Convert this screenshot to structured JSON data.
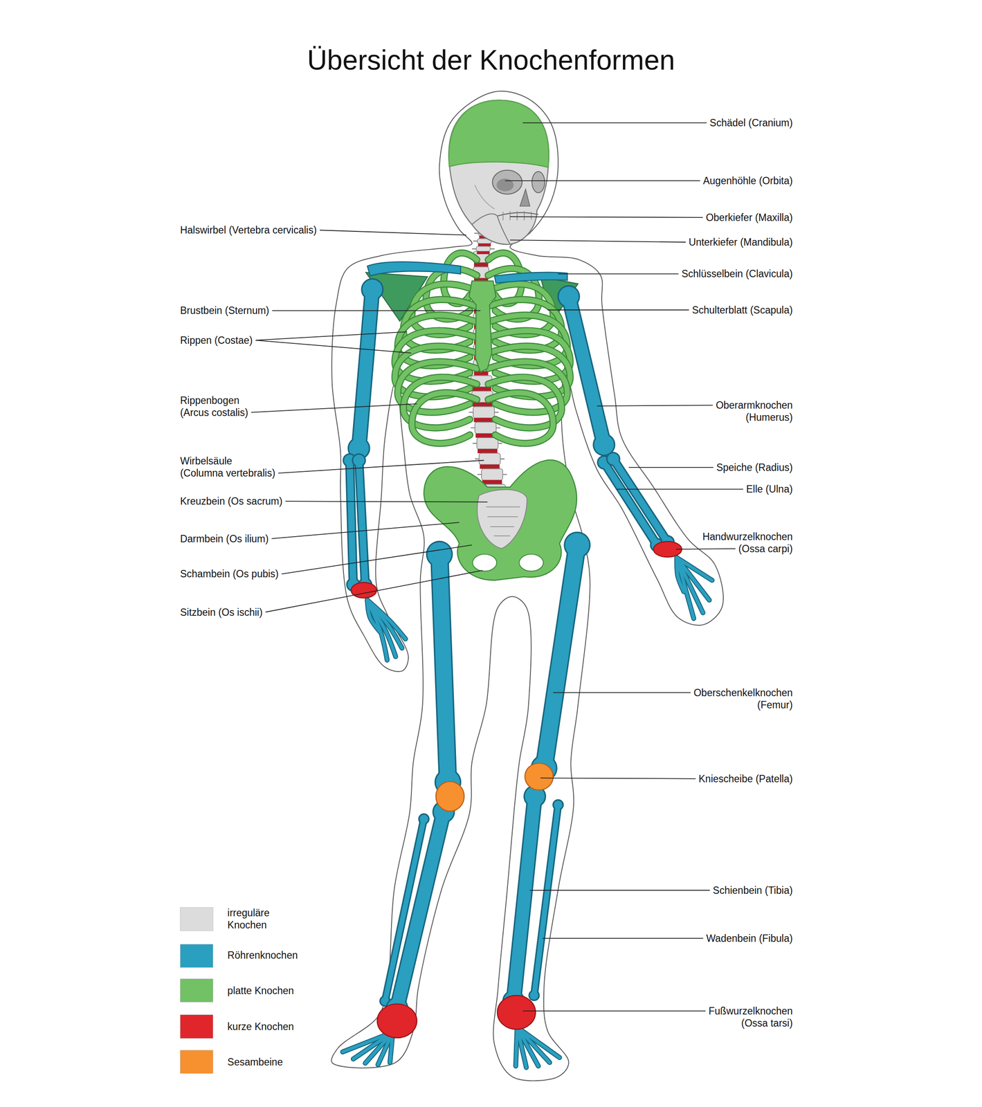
{
  "diagram": {
    "title": "Übersicht der Knochenformen",
    "labels": [
      "Halswirbel (Vertebra cervicalis)",
      "Brustbein (Sternum)",
      "Rippen (Costae)",
      "Rippenbogen (Arcus costalis)",
      "Wirbelsäule (Columna vertebralis)",
      "Kreuzbein (Os sacrum)",
      "Darmbein (Os ilium)",
      "Schambein (Os pubis)",
      "Sitzbein (Os ischii)",
      "Schädel (Cranium)",
      "Augenhöhle (Orbita)",
      "Oberkiefer (Maxilla)",
      "Unterkiefer (Mandibula)",
      "Schlüsselbein (Clavicula)",
      "Schulterblatt (Scapula)",
      "Oberarmknochen (Humerus)",
      "Speiche (Radius)",
      "Elle (Ulna)",
      "Handwurzelknochen (Ossa carpi)",
      "Oberschenkelknochen (Femur)",
      "Kniescheibe (Patella)",
      "Schienbein (Tibia)",
      "Wadenbein (Fibula)",
      "Fußwurzelknochen (Ossa tarsi)"
    ],
    "legend": [
      {
        "text": "irreguläre Knochen",
        "color": "#dcdcdc"
      },
      {
        "text": "Röhrenknochen",
        "color": "#2a9fc0"
      },
      {
        "text": "platte Knochen",
        "color": "#72c164"
      },
      {
        "text": "kurze Knochen",
        "color": "#e0262a"
      },
      {
        "text": "Sesambeine",
        "color": "#f7902f"
      }
    ]
  }
}
